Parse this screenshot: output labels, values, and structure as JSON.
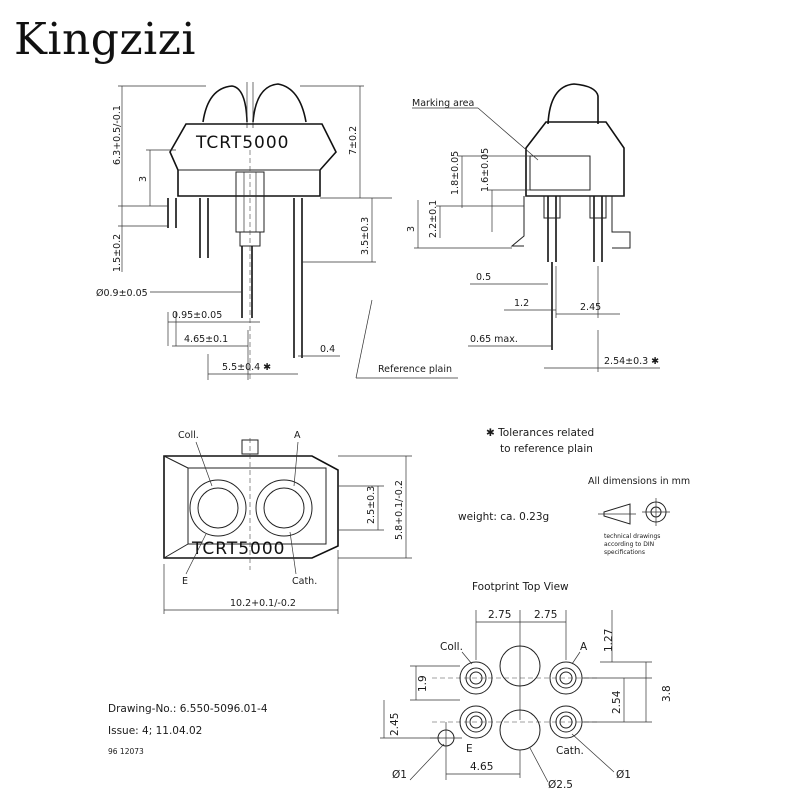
{
  "brand": "Kingzizi",
  "part_number": "TCRT5000",
  "side_view": {
    "dim_height_top": "6.3+0.5/-0.1",
    "dim_total_height": "7±0.2",
    "dim_3": "3",
    "dim_1_5": "1.5±0.2",
    "dim_3_5": "3.5±0.3",
    "dim_pin_dia": "Ø0.9±0.05",
    "dim_pin_width": "0.95±0.05",
    "dim_4_65": "4.65±0.1",
    "dim_5_5": "5.5±0.4 ✱",
    "dim_0_4": "0.4",
    "reference_plain": "Reference plain"
  },
  "end_view": {
    "marking_area": "Marking area",
    "dim_1_8": "1.8±0.05",
    "dim_1_6": "1.6±0.05",
    "dim_2_2": "2.2±0.1",
    "dim_3": "3",
    "dim_0_5": "0.5",
    "dim_1_2": "1.2",
    "dim_2_45": "2.45",
    "dim_0_65": "0.65 max.",
    "dim_2_54": "2.54±0.3 ✱"
  },
  "top_view": {
    "coll": "Coll.",
    "a": "A",
    "e": "E",
    "cath": "Cath.",
    "dim_2_5": "2.5±0.3",
    "dim_5_8": "5.8+0.1/-0.2",
    "dim_10_2": "10.2+0.1/-0.2"
  },
  "notes": {
    "tolerances": "✱ Tolerances related",
    "tolerances2": "to reference plain",
    "weight": "weight: ca. 0.23g",
    "all_dims": "All dimensions in mm",
    "tech1": "technical drawings",
    "tech2": "according to DIN",
    "tech3": "specifications",
    "drawing_no": "Drawing-No.: 6.550-5096.01-4",
    "issue": "Issue: 4;  11.04.02",
    "code": "96 12073"
  },
  "footprint": {
    "title": "Footprint Top View",
    "dim_2_75a": "2.75",
    "dim_2_75b": "2.75",
    "coll": "Coll.",
    "a": "A",
    "e": "E",
    "cath": "Cath.",
    "dim_1_27": "1.27",
    "dim_1_9": "1.9",
    "dim_2_54": "2.54",
    "dim_3_8": "3.8",
    "dim_2_45": "2.45",
    "dim_4_65": "4.65",
    "dim_phi1a": "Ø1",
    "dim_phi2_5": "Ø2.5",
    "dim_phi1b": "Ø1"
  }
}
